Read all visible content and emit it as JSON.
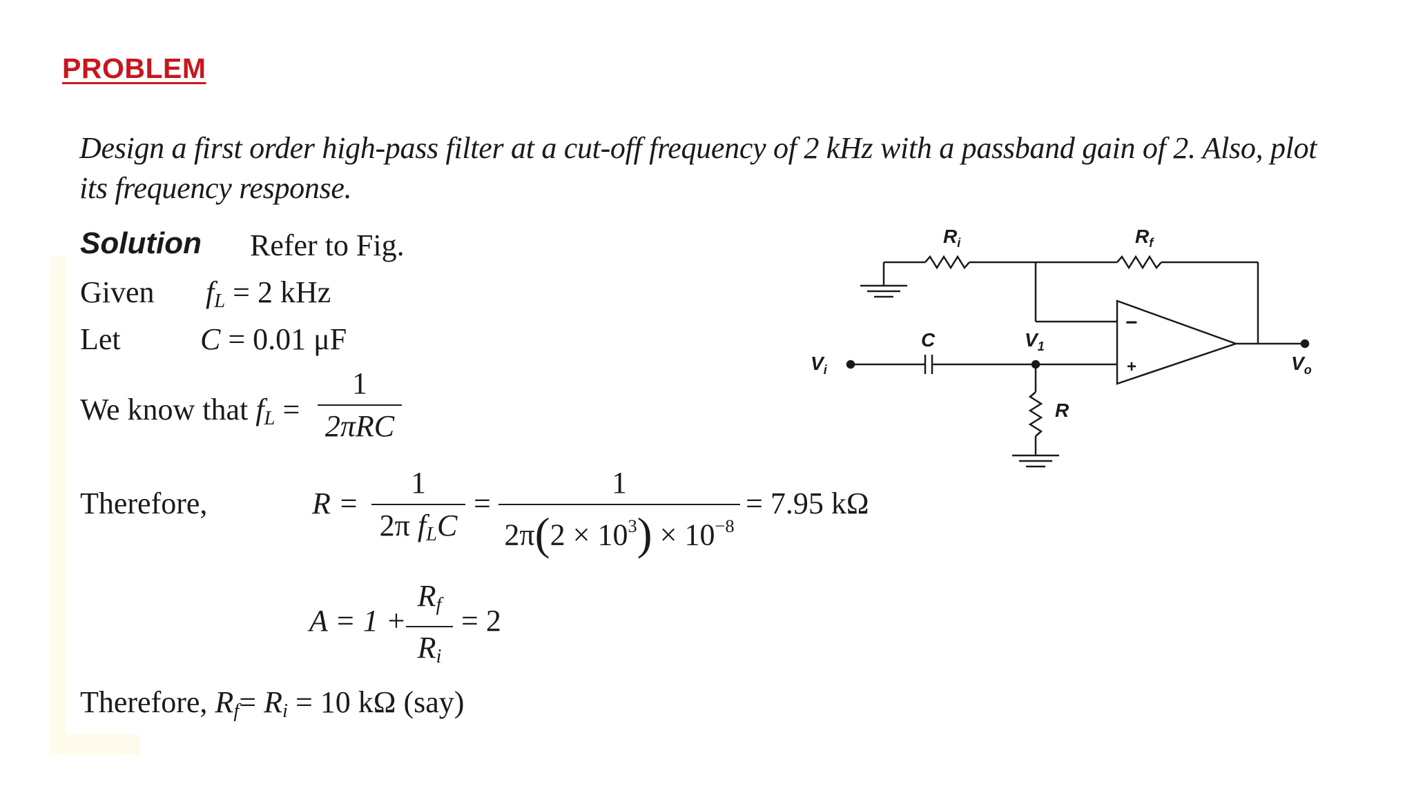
{
  "heading": "PROBLEM ",
  "problem": {
    "line1": "Design a first order high-pass filter at a cut-off frequency of 2 kHz with a passband gain of 2. Also, plot",
    "line2": "its frequency response."
  },
  "solution": {
    "label": "Solution",
    "refer": "Refer to Fig.",
    "given_label": "Given",
    "given_var": "f",
    "given_sub": "L",
    "given_value": "= 2 kHz",
    "let_label": "Let",
    "let_var": "C",
    "let_value": "= 0.01 μF",
    "know_text": "We know that ",
    "know_var": "f",
    "know_sub": "L",
    "know_eq": "=",
    "know_num": "1",
    "know_den": "2πRC",
    "therefore1_label": "Therefore,",
    "r_lhs": "R =",
    "r_num1": "1",
    "r_den1_a": "2π ",
    "r_den1_f": "f",
    "r_den1_sub": "L",
    "r_den1_c": "C",
    "r_eq": "=",
    "r_num2": "1",
    "r_den2_a": "2π",
    "r_den2_open": "(",
    "r_den2_b": "2 × 10",
    "r_den2_exp1": "3",
    "r_den2_close": ")",
    "r_den2_c": " × 10",
    "r_den2_exp2": "−8",
    "r_result": "= 7.95 kΩ",
    "a_lhs": "A = 1 +",
    "a_num_var": "R",
    "a_num_sub": "f",
    "a_den_var": "R",
    "a_den_sub": "i",
    "a_rhs": "= 2",
    "therefore2_text": "Therefore, ",
    "t2_r1": "R",
    "t2_s1": "f",
    "t2_eq1": "= ",
    "t2_r2": "R",
    "t2_s2": "i",
    "t2_tail": " = 10 kΩ (say)"
  },
  "circuit": {
    "label_ri": "R",
    "label_ri_sub": "i",
    "label_rf": "R",
    "label_rf_sub": "f",
    "label_c": "C",
    "label_v1": "V",
    "label_v1_sub": "1",
    "label_vi": "V",
    "label_vi_sub": "i",
    "label_vo": "V",
    "label_vo_sub": "o",
    "label_r": "R",
    "minus": "−",
    "plus": "+"
  }
}
